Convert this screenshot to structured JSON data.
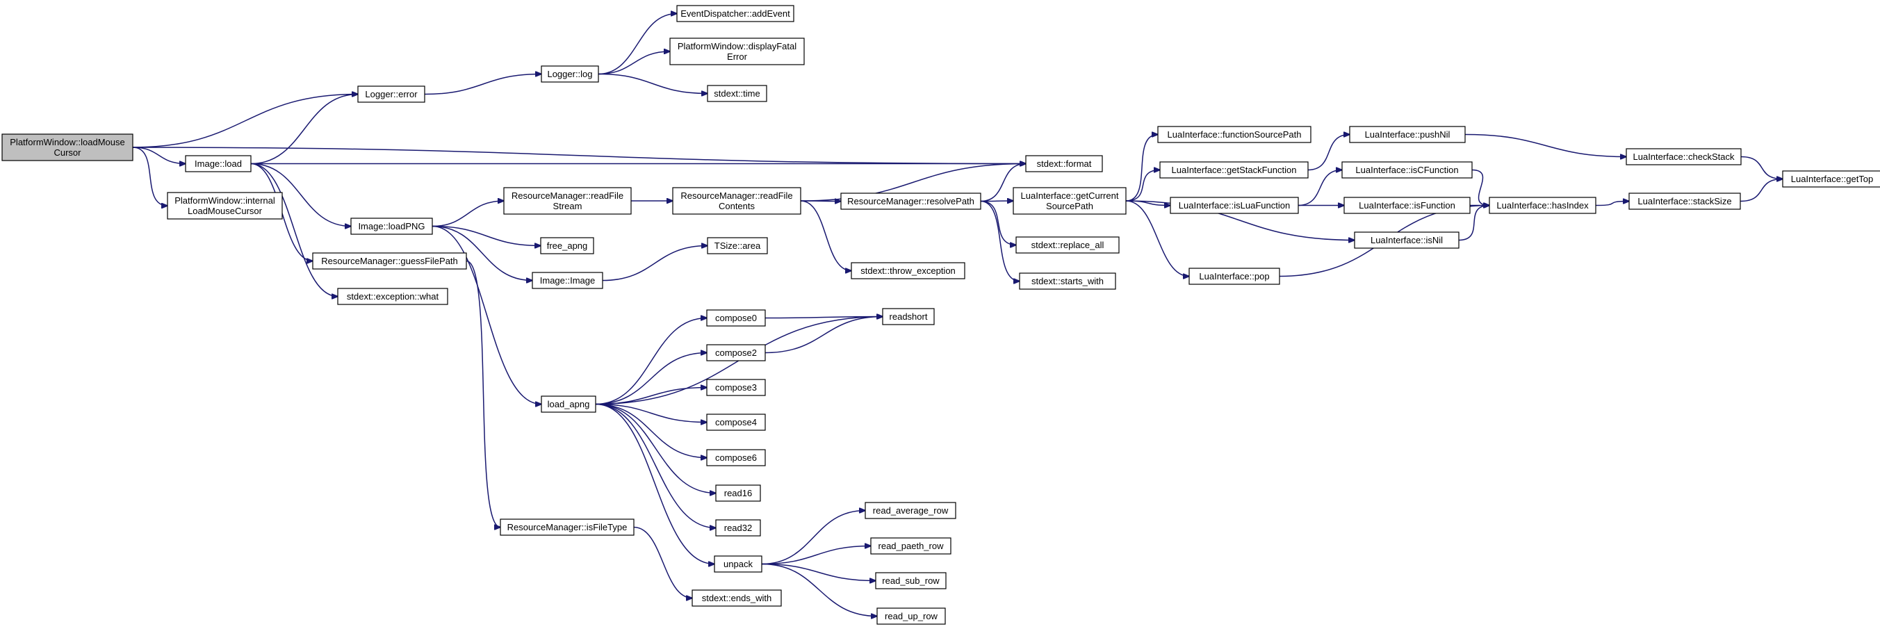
{
  "graph": {
    "nodes": [
      {
        "id": "n_root",
        "lines": [
          "PlatformWindow::loadMouse",
          "Cursor"
        ],
        "highlight": true
      },
      {
        "id": "n_logger_error",
        "lines": [
          "Logger::error"
        ]
      },
      {
        "id": "n_logger_log",
        "lines": [
          "Logger::log"
        ]
      },
      {
        "id": "n_eventdispatcher_addevent",
        "lines": [
          "EventDispatcher::addEvent"
        ]
      },
      {
        "id": "n_platformwindow_displayfatalerror",
        "lines": [
          "PlatformWindow::displayFatal",
          "Error"
        ]
      },
      {
        "id": "n_stdext_time",
        "lines": [
          "stdext::time"
        ]
      },
      {
        "id": "n_stdext_format",
        "lines": [
          "stdext::format"
        ]
      },
      {
        "id": "n_image_load",
        "lines": [
          "Image::load"
        ]
      },
      {
        "id": "n_platformwindow_internalloadmousecursor",
        "lines": [
          "PlatformWindow::internal",
          "LoadMouseCursor"
        ]
      },
      {
        "id": "n_image_loadpng",
        "lines": [
          "Image::loadPNG"
        ]
      },
      {
        "id": "n_resourcemanager_guessfilepath",
        "lines": [
          "ResourceManager::guessFilePath"
        ]
      },
      {
        "id": "n_stdext_exception_what",
        "lines": [
          "stdext::exception::what"
        ]
      },
      {
        "id": "n_resourcemanager_readfilestream",
        "lines": [
          "ResourceManager::readFile",
          "Stream"
        ]
      },
      {
        "id": "n_free_apng",
        "lines": [
          "free_apng"
        ]
      },
      {
        "id": "n_image_image",
        "lines": [
          "Image::Image"
        ]
      },
      {
        "id": "n_load_apng",
        "lines": [
          "load_apng"
        ]
      },
      {
        "id": "n_resourcemanager_isfiletype",
        "lines": [
          "ResourceManager::isFileType"
        ]
      },
      {
        "id": "n_stdext_ends_with",
        "lines": [
          "stdext::ends_with"
        ]
      },
      {
        "id": "n_resourcemanager_readfilecontents",
        "lines": [
          "ResourceManager::readFile",
          "Contents"
        ]
      },
      {
        "id": "n_tsize_area",
        "lines": [
          "TSize::area"
        ]
      },
      {
        "id": "n_resourcemanager_resolvepath",
        "lines": [
          "ResourceManager::resolvePath"
        ]
      },
      {
        "id": "n_stdext_throw_exception",
        "lines": [
          "stdext::throw_exception"
        ]
      },
      {
        "id": "n_compose0",
        "lines": [
          "compose0"
        ]
      },
      {
        "id": "n_compose2",
        "lines": [
          "compose2"
        ]
      },
      {
        "id": "n_compose3",
        "lines": [
          "compose3"
        ]
      },
      {
        "id": "n_compose4",
        "lines": [
          "compose4"
        ]
      },
      {
        "id": "n_compose6",
        "lines": [
          "compose6"
        ]
      },
      {
        "id": "n_read16",
        "lines": [
          "read16"
        ]
      },
      {
        "id": "n_read32",
        "lines": [
          "read32"
        ]
      },
      {
        "id": "n_unpack",
        "lines": [
          "unpack"
        ]
      },
      {
        "id": "n_readshort",
        "lines": [
          "readshort"
        ]
      },
      {
        "id": "n_read_average_row",
        "lines": [
          "read_average_row"
        ]
      },
      {
        "id": "n_read_paeth_row",
        "lines": [
          "read_paeth_row"
        ]
      },
      {
        "id": "n_read_sub_row",
        "lines": [
          "read_sub_row"
        ]
      },
      {
        "id": "n_read_up_row",
        "lines": [
          "read_up_row"
        ]
      },
      {
        "id": "n_luainterface_getcurrentsourcepath",
        "lines": [
          "LuaInterface::getCurrent",
          "SourcePath"
        ]
      },
      {
        "id": "n_stdext_replace_all",
        "lines": [
          "stdext::replace_all"
        ]
      },
      {
        "id": "n_stdext_starts_with",
        "lines": [
          "stdext::starts_with"
        ]
      },
      {
        "id": "n_luainterface_functionsourcepath",
        "lines": [
          "LuaInterface::functionSourcePath"
        ]
      },
      {
        "id": "n_luainterface_getstackfunction",
        "lines": [
          "LuaInterface::getStackFunction"
        ]
      },
      {
        "id": "n_luainterface_isluafunction",
        "lines": [
          "LuaInterface::isLuaFunction"
        ]
      },
      {
        "id": "n_luainterface_pop",
        "lines": [
          "LuaInterface::pop"
        ]
      },
      {
        "id": "n_luainterface_pushnil",
        "lines": [
          "LuaInterface::pushNil"
        ]
      },
      {
        "id": "n_luainterface_iscfunction",
        "lines": [
          "LuaInterface::isCFunction"
        ]
      },
      {
        "id": "n_luainterface_isfunction",
        "lines": [
          "LuaInterface::isFunction"
        ]
      },
      {
        "id": "n_luainterface_isnil",
        "lines": [
          "LuaInterface::isNil"
        ]
      },
      {
        "id": "n_luainterface_hasindex",
        "lines": [
          "LuaInterface::hasIndex"
        ]
      },
      {
        "id": "n_luainterface_checkstack",
        "lines": [
          "LuaInterface::checkStack"
        ]
      },
      {
        "id": "n_luainterface_stacksize",
        "lines": [
          "LuaInterface::stackSize"
        ]
      },
      {
        "id": "n_luainterface_gettop",
        "lines": [
          "LuaInterface::getTop"
        ]
      }
    ],
    "edges": [
      [
        "n_root",
        "n_logger_error"
      ],
      [
        "n_root",
        "n_stdext_format"
      ],
      [
        "n_root",
        "n_image_load"
      ],
      [
        "n_root",
        "n_platformwindow_internalloadmousecursor"
      ],
      [
        "n_logger_error",
        "n_logger_log"
      ],
      [
        "n_logger_log",
        "n_eventdispatcher_addevent"
      ],
      [
        "n_logger_log",
        "n_platformwindow_displayfatalerror"
      ],
      [
        "n_logger_log",
        "n_stdext_time"
      ],
      [
        "n_image_load",
        "n_logger_error"
      ],
      [
        "n_image_load",
        "n_stdext_format"
      ],
      [
        "n_image_load",
        "n_image_loadpng"
      ],
      [
        "n_image_load",
        "n_resourcemanager_guessfilepath"
      ],
      [
        "n_image_load",
        "n_stdext_exception_what"
      ],
      [
        "n_image_loadpng",
        "n_resourcemanager_readfilestream"
      ],
      [
        "n_image_loadpng",
        "n_free_apng"
      ],
      [
        "n_image_loadpng",
        "n_image_image"
      ],
      [
        "n_image_loadpng",
        "n_load_apng"
      ],
      [
        "n_resourcemanager_guessfilepath",
        "n_resourcemanager_isfiletype"
      ],
      [
        "n_resourcemanager_isfiletype",
        "n_stdext_ends_with"
      ],
      [
        "n_resourcemanager_readfilestream",
        "n_resourcemanager_readfilecontents"
      ],
      [
        "n_image_image",
        "n_tsize_area"
      ],
      [
        "n_resourcemanager_readfilecontents",
        "n_stdext_format"
      ],
      [
        "n_resourcemanager_readfilecontents",
        "n_resourcemanager_resolvepath"
      ],
      [
        "n_resourcemanager_readfilecontents",
        "n_stdext_throw_exception"
      ],
      [
        "n_resourcemanager_resolvepath",
        "n_stdext_format"
      ],
      [
        "n_resourcemanager_resolvepath",
        "n_luainterface_getcurrentsourcepath"
      ],
      [
        "n_resourcemanager_resolvepath",
        "n_stdext_replace_all"
      ],
      [
        "n_resourcemanager_resolvepath",
        "n_stdext_starts_with"
      ],
      [
        "n_load_apng",
        "n_readshort"
      ],
      [
        "n_load_apng",
        "n_compose0"
      ],
      [
        "n_load_apng",
        "n_compose2"
      ],
      [
        "n_load_apng",
        "n_compose3"
      ],
      [
        "n_load_apng",
        "n_compose4"
      ],
      [
        "n_load_apng",
        "n_compose6"
      ],
      [
        "n_load_apng",
        "n_read16"
      ],
      [
        "n_load_apng",
        "n_read32"
      ],
      [
        "n_load_apng",
        "n_unpack"
      ],
      [
        "n_compose0",
        "n_readshort"
      ],
      [
        "n_compose2",
        "n_readshort"
      ],
      [
        "n_unpack",
        "n_read_average_row"
      ],
      [
        "n_unpack",
        "n_read_paeth_row"
      ],
      [
        "n_unpack",
        "n_read_sub_row"
      ],
      [
        "n_unpack",
        "n_read_up_row"
      ],
      [
        "n_luainterface_getcurrentsourcepath",
        "n_luainterface_functionsourcepath"
      ],
      [
        "n_luainterface_getcurrentsourcepath",
        "n_luainterface_getstackfunction"
      ],
      [
        "n_luainterface_getcurrentsourcepath",
        "n_luainterface_isluafunction"
      ],
      [
        "n_luainterface_getcurrentsourcepath",
        "n_luainterface_pop"
      ],
      [
        "n_luainterface_getcurrentsourcepath",
        "n_luainterface_isnil"
      ],
      [
        "n_luainterface_getstackfunction",
        "n_luainterface_pushnil"
      ],
      [
        "n_luainterface_isluafunction",
        "n_luainterface_iscfunction"
      ],
      [
        "n_luainterface_isluafunction",
        "n_luainterface_isfunction"
      ],
      [
        "n_luainterface_pushnil",
        "n_luainterface_checkstack"
      ],
      [
        "n_luainterface_iscfunction",
        "n_luainterface_hasindex"
      ],
      [
        "n_luainterface_isfunction",
        "n_luainterface_hasindex"
      ],
      [
        "n_luainterface_isnil",
        "n_luainterface_hasindex"
      ],
      [
        "n_luainterface_pop",
        "n_luainterface_hasindex"
      ],
      [
        "n_luainterface_hasindex",
        "n_luainterface_stacksize"
      ],
      [
        "n_luainterface_checkstack",
        "n_luainterface_gettop"
      ],
      [
        "n_luainterface_stacksize",
        "n_luainterface_gettop"
      ]
    ],
    "colors": {
      "edge": "#191970",
      "node_border": "#000000",
      "node_fill": "#ffffff",
      "root_fill": "#bfbfbf"
    }
  }
}
